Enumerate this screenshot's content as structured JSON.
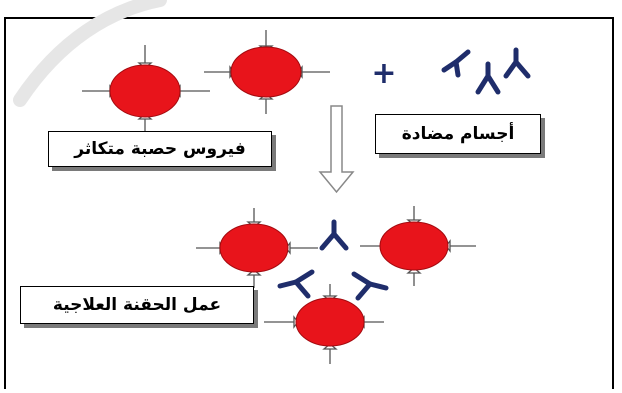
{
  "labels": {
    "virus": "فيروس حصبة متكاثر",
    "antibodies": "أجسام مضادة",
    "serum": "عمل الحقنة العلاجية"
  },
  "symbols": {
    "plus": "+"
  },
  "colors": {
    "virus_fill": "#e8141b",
    "antibody": "#1f2d6b",
    "plus": "#1f2d6b",
    "arrow": "#888888",
    "frame": "#000000"
  },
  "icons": [
    "virus-icon",
    "antibody-icon",
    "down-arrow-icon",
    "plus-icon"
  ]
}
